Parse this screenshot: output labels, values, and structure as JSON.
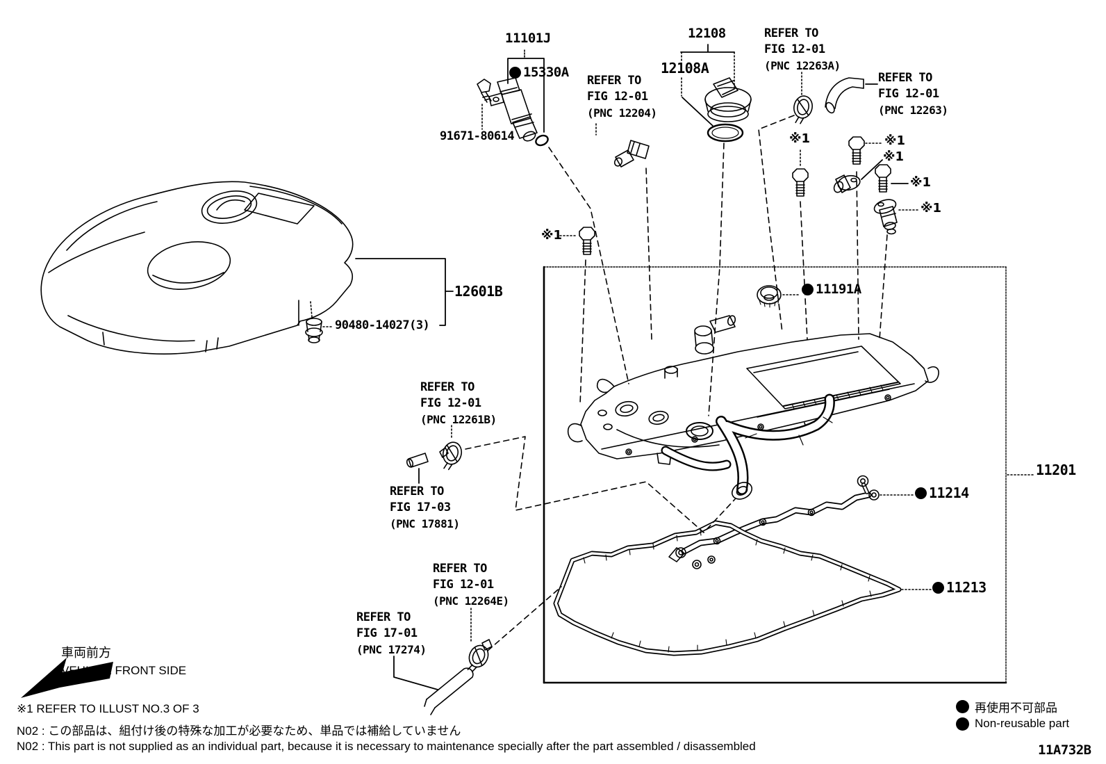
{
  "parts": {
    "coil": {
      "label": "11101J"
    },
    "coil_seal": {
      "label": "15330A",
      "non_reusable": true
    },
    "coil_bolt": {
      "label": "91671-80614"
    },
    "filler_cap": {
      "label": "12108"
    },
    "filler_cap_gasket": {
      "label": "12108A"
    },
    "engine_cover": {
      "label": "12601B"
    },
    "cover_cushion": {
      "label": "90480-14027(3)"
    },
    "plug_tube_seal": {
      "label": "11191A",
      "non_reusable": true
    },
    "head_cover": {
      "label": "11201"
    },
    "inner_gasket": {
      "label": "11214",
      "non_reusable": true
    },
    "outer_gasket": {
      "label": "11213",
      "non_reusable": true
    }
  },
  "references": {
    "pnc_12204": [
      "REFER TO",
      "FIG 12-01",
      "(PNC 12204)"
    ],
    "pnc_12263a": [
      "REFER TO",
      "FIG 12-01",
      "(PNC 12263A)"
    ],
    "pnc_12263": [
      "REFER TO",
      "FIG 12-01",
      "(PNC 12263)"
    ],
    "pnc_12261b": [
      "REFER TO",
      "FIG 12-01",
      "(PNC 12261B)"
    ],
    "pnc_17881": [
      "REFER TO",
      "FIG 17-03",
      "(PNC 17881)"
    ],
    "pnc_12264e": [
      "REFER TO",
      "FIG 12-01",
      "(PNC 12264E)"
    ],
    "pnc_17274": [
      "REFER TO",
      "FIG 17-01",
      "(PNC 17274)"
    ]
  },
  "asterisk": "※1",
  "direction": {
    "jp": "車両前方",
    "en": "VEHICLE FRONT SIDE"
  },
  "footnotes": {
    "ref_illust": "※1 REFER TO ILLUST NO.3 OF 3",
    "n02_jp": "N02 : この部品は、組付け後の特殊な加工が必要なため、単品では補給していません",
    "n02_en": "N02 : This part is not supplied as an individual part, because it is necessary to maintenance specially after the part assembled / disassembled"
  },
  "legend": {
    "jp": "再使用不可部品",
    "en": "Non-reusable part"
  },
  "drawing_code": "11A732B",
  "colors": {
    "line": "#000000",
    "background": "#ffffff"
  }
}
